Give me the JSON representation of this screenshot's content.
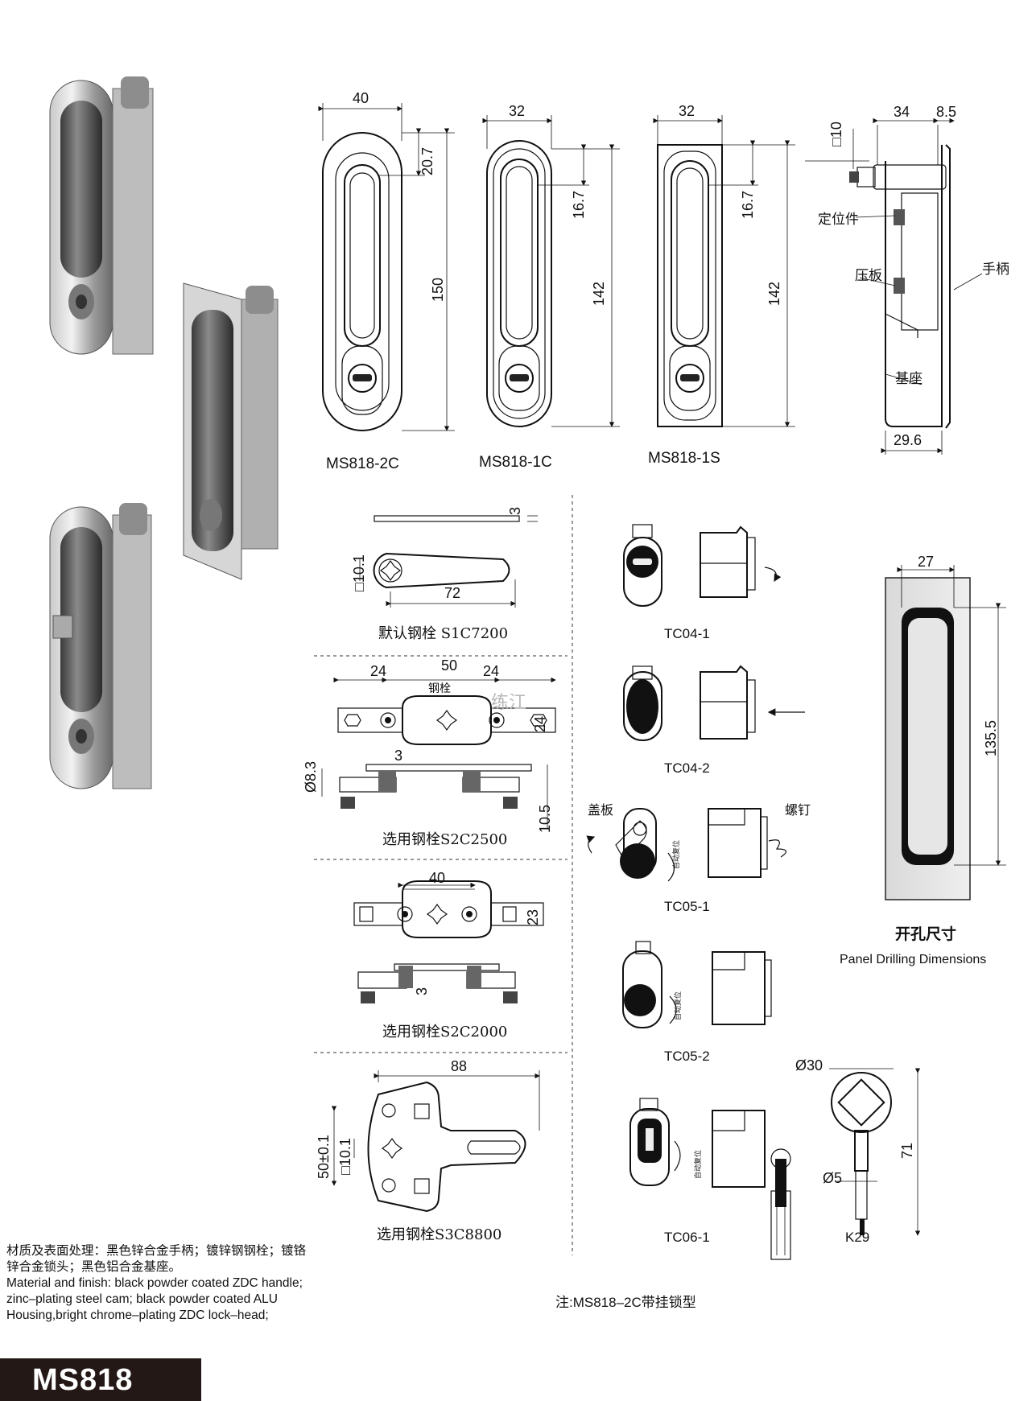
{
  "models": {
    "m2c": {
      "label": "MS818-2C",
      "width": "40",
      "height": "150",
      "top_offset": "20.7"
    },
    "m1c": {
      "label": "MS818-1C",
      "width": "32",
      "height": "142",
      "top_offset": "16.7"
    },
    "m1s": {
      "label": "MS818-1S",
      "width": "32",
      "height": "142",
      "top_offset": "16.7"
    }
  },
  "side_view": {
    "dim_square": "□10",
    "dim_34": "34",
    "dim_85": "8.5",
    "dim_base": "29.6",
    "locator": "定位件",
    "pressure_plate": "压板",
    "handle": "手柄",
    "base": "基座"
  },
  "cams": {
    "s1c7200": {
      "caption": "默认钢栓 S1C7200",
      "thickness": "3",
      "square": "□10.1",
      "length": "72"
    },
    "s2c2500": {
      "caption": "选用钢栓S2C2500",
      "d24a": "24",
      "d50": "50",
      "d24b": "24",
      "d24h": "24",
      "label": "钢栓",
      "d83": "Ø8.3",
      "d3": "3",
      "d105": "10.5"
    },
    "s2c2000": {
      "caption": "选用钢栓S2C2000",
      "d40": "40",
      "d23": "23",
      "d3": "3"
    },
    "s3c8800": {
      "caption": "选用钢栓S3C8800",
      "d88": "88",
      "d50": "50±0.1",
      "square": "□10.1"
    }
  },
  "watermark": "练江",
  "lockheads": {
    "tc041": "TC04-1",
    "tc042": "TC04-2",
    "tc051": "TC05-1",
    "tc052": "TC05-2",
    "tc061": "TC06-1",
    "cover": "盖板",
    "screw": "螺钉",
    "auto_reset": "自动复位"
  },
  "key": {
    "label": "K29",
    "d30": "Ø30",
    "d5": "Ø5",
    "length": "71"
  },
  "panel": {
    "width": "27",
    "height": "135.5",
    "title_cn": "开孔尺寸",
    "title_en": "Panel Drilling Dimensions"
  },
  "notes": {
    "cn1": "材质及表面处理：黑色锌合金手柄；镀锌钢钢栓；镀铬",
    "cn2": "锌合金锁头；黑色铝合金基座。",
    "en1": "Material and finish: black powder coated ZDC handle;",
    "en2": "zinc–plating steel cam; black powder coated ALU",
    "en3": "Housing,bright chrome–plating ZDC lock–head;"
  },
  "bottom_note": "注:MS818–2C带挂锁型",
  "footer": "MS818"
}
